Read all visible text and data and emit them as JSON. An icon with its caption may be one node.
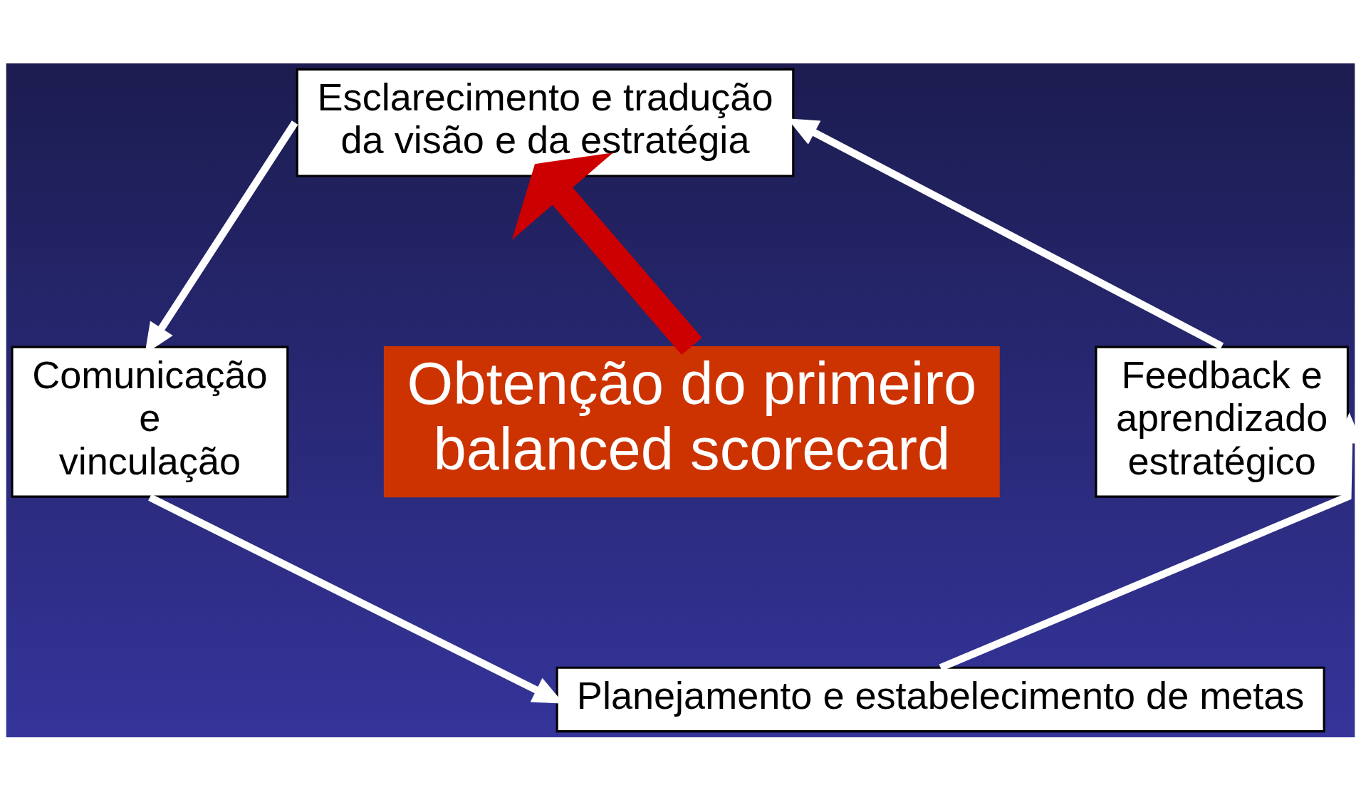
{
  "diagram": {
    "nodes": [
      {
        "text": [
          "Esclarecimento e tradução da visão e da estratégia"
        ]
      },
      {
        "text": [
          "Comunicação e vinculação"
        ]
      },
      {
        "text": [
          "Obtenção do primeiro balanced scorecard"
        ]
      },
      {
        "text": [
          "Feedback e aprendizado estratégico"
        ]
      },
      {
        "text": [
          "Planejamento e estabelecimento de metas"
        ]
      }
    ],
    "edges": [
      {
        "from": 0,
        "to": 1,
        "arrow": "to"
      },
      {
        "from": 1,
        "to": 4,
        "arrow": "to"
      },
      {
        "from": 4,
        "to": 3,
        "arrow": "to"
      },
      {
        "from": 3,
        "to": 0,
        "arrow": "to"
      },
      {
        "from": 2,
        "to": 0,
        "arrow": "to",
        "style": "thick",
        "color": "#cc0000"
      }
    ]
  }
}
